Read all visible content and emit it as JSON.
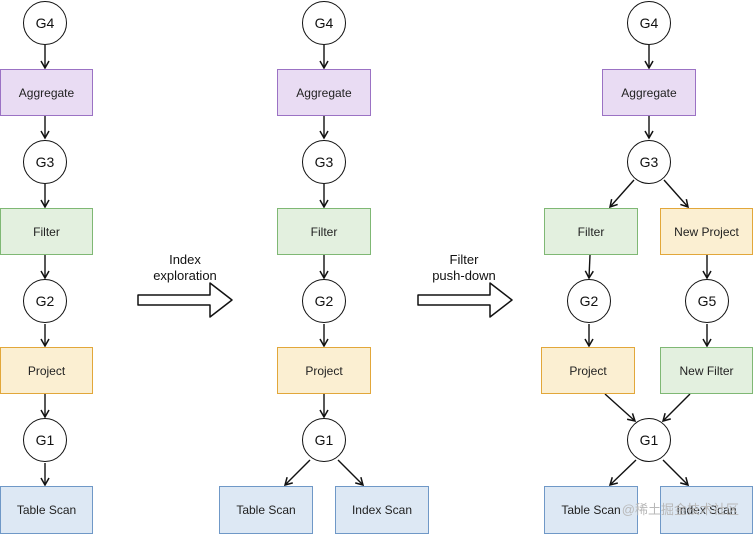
{
  "diagram": {
    "left": {
      "g4": "G4",
      "aggregate": "Aggregate",
      "g3": "G3",
      "filter": "Filter",
      "g2": "G2",
      "project": "Project",
      "g1": "G1",
      "table_scan": "Table Scan"
    },
    "arrow1": {
      "line1": "Index",
      "line2": "exploration"
    },
    "middle": {
      "g4": "G4",
      "aggregate": "Aggregate",
      "g3": "G3",
      "filter": "Filter",
      "g2": "G2",
      "project": "Project",
      "g1": "G1",
      "table_scan": "Table Scan",
      "index_scan": "Index Scan"
    },
    "arrow2": {
      "line1": "Filter",
      "line2": "push-down"
    },
    "right": {
      "g4": "G4",
      "aggregate": "Aggregate",
      "g3": "G3",
      "filter": "Filter",
      "new_project": "New Project",
      "g2": "G2",
      "g5": "G5",
      "project": "Project",
      "new_filter": "New Filter",
      "g1": "G1",
      "table_scan": "Table Scan",
      "index_scan": "Index Scan"
    },
    "watermark": "@稀土掘金技术社区"
  },
  "colors": {
    "aggregate": "#9b72c4",
    "filter": "#7fb874",
    "project": "#e2a73a",
    "scan": "#6f98c7"
  }
}
